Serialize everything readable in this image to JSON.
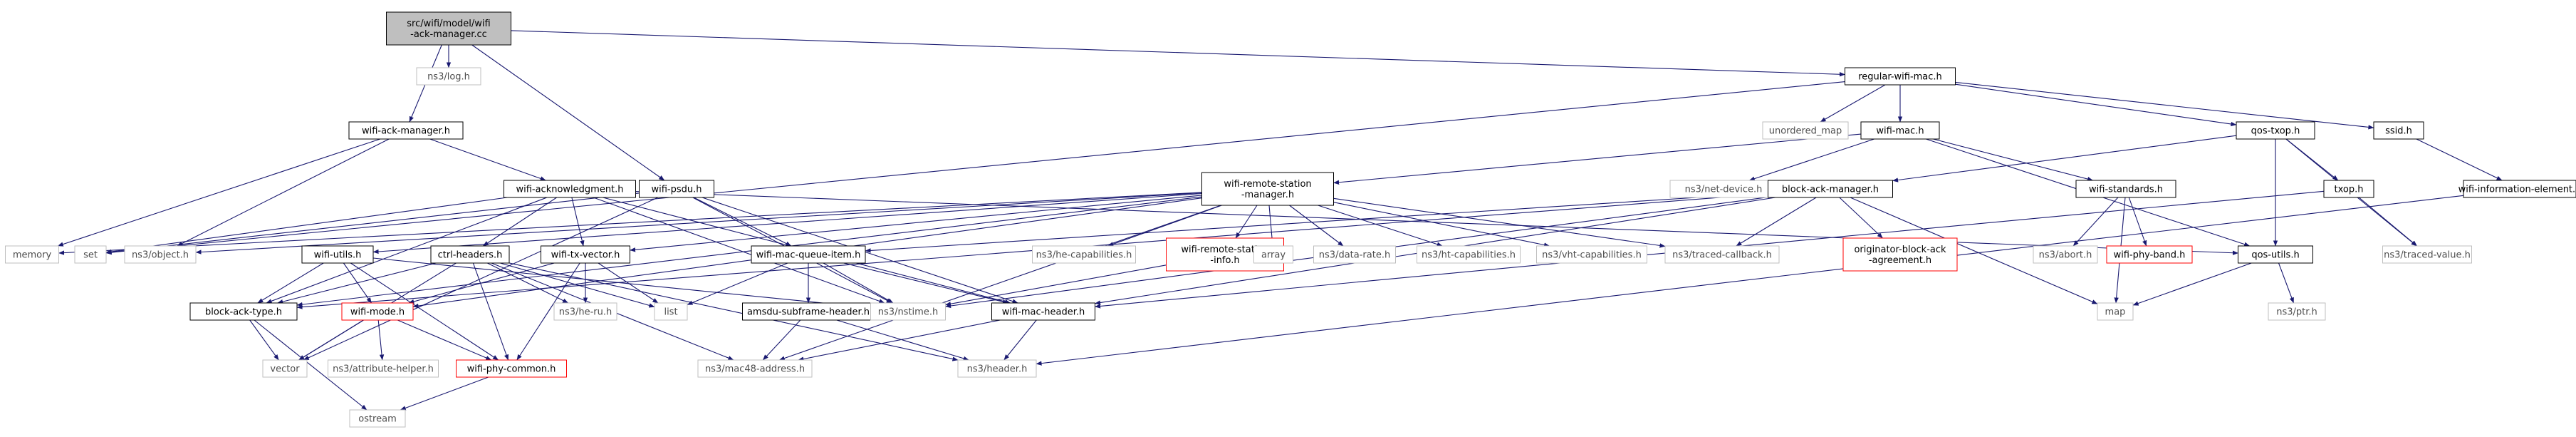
{
  "graph": {
    "nodes": [
      {
        "id": "src",
        "lines": [
          "src/wifi/model/wifi",
          "-ack-manager.cc"
        ],
        "style": "root"
      },
      {
        "id": "nslog",
        "lines": [
          "ns3/log.h"
        ],
        "style": "external"
      },
      {
        "id": "wam",
        "lines": [
          "wifi-ack-manager.h"
        ],
        "style": "normal"
      },
      {
        "id": "psdu",
        "lines": [
          "wifi-psdu.h"
        ],
        "style": "normal"
      },
      {
        "id": "rwm",
        "lines": [
          "regular-wifi-mac.h"
        ],
        "style": "normal"
      },
      {
        "id": "umap",
        "lines": [
          "unordered_map"
        ],
        "style": "external"
      },
      {
        "id": "wmac",
        "lines": [
          "wifi-mac.h"
        ],
        "style": "normal"
      },
      {
        "id": "qtxop",
        "lines": [
          "qos-txop.h"
        ],
        "style": "normal"
      },
      {
        "id": "ssid",
        "lines": [
          "ssid.h"
        ],
        "style": "normal"
      },
      {
        "id": "netdev",
        "lines": [
          "ns3/net-device.h"
        ],
        "style": "external"
      },
      {
        "id": "wack",
        "lines": [
          "wifi-acknowledgment.h"
        ],
        "style": "normal"
      },
      {
        "id": "wrsm",
        "lines": [
          "wifi-remote-station",
          "-manager.h"
        ],
        "style": "normal"
      },
      {
        "id": "bam",
        "lines": [
          "block-ack-manager.h"
        ],
        "style": "normal"
      },
      {
        "id": "wstd",
        "lines": [
          "wifi-standards.h"
        ],
        "style": "normal"
      },
      {
        "id": "txop",
        "lines": [
          "txop.h"
        ],
        "style": "normal"
      },
      {
        "id": "wie",
        "lines": [
          "wifi-information-element.h"
        ],
        "style": "normal"
      },
      {
        "id": "memory",
        "lines": [
          "memory"
        ],
        "style": "external"
      },
      {
        "id": "set",
        "lines": [
          "set"
        ],
        "style": "external"
      },
      {
        "id": "nsobj",
        "lines": [
          "ns3/object.h"
        ],
        "style": "external"
      },
      {
        "id": "wutils",
        "lines": [
          "wifi-utils.h"
        ],
        "style": "normal"
      },
      {
        "id": "ctrl",
        "lines": [
          "ctrl-headers.h"
        ],
        "style": "normal"
      },
      {
        "id": "wtxv",
        "lines": [
          "wifi-tx-vector.h"
        ],
        "style": "normal"
      },
      {
        "id": "wmqi",
        "lines": [
          "wifi-mac-queue-item.h"
        ],
        "style": "normal"
      },
      {
        "id": "hecap",
        "lines": [
          "ns3/he-capabilities.h"
        ],
        "style": "external"
      },
      {
        "id": "wrsi",
        "lines": [
          "wifi-remote-station",
          "-info.h"
        ],
        "style": "missing"
      },
      {
        "id": "array",
        "lines": [
          "array"
        ],
        "style": "external"
      },
      {
        "id": "drate",
        "lines": [
          "ns3/data-rate.h"
        ],
        "style": "external"
      },
      {
        "id": "htcap",
        "lines": [
          "ns3/ht-capabilities.h"
        ],
        "style": "external"
      },
      {
        "id": "vhtcap",
        "lines": [
          "ns3/vht-capabilities.h"
        ],
        "style": "external"
      },
      {
        "id": "tcb",
        "lines": [
          "ns3/traced-callback.h"
        ],
        "style": "external"
      },
      {
        "id": "obaa",
        "lines": [
          "originator-block-ack",
          "-agreement.h"
        ],
        "style": "missing"
      },
      {
        "id": "nsabort",
        "lines": [
          "ns3/abort.h"
        ],
        "style": "external"
      },
      {
        "id": "wpb",
        "lines": [
          "wifi-phy-band.h"
        ],
        "style": "missing"
      },
      {
        "id": "qutils",
        "lines": [
          "qos-utils.h"
        ],
        "style": "normal"
      },
      {
        "id": "tval",
        "lines": [
          "ns3/traced-value.h"
        ],
        "style": "external"
      },
      {
        "id": "bat",
        "lines": [
          "block-ack-type.h"
        ],
        "style": "normal"
      },
      {
        "id": "wmode",
        "lines": [
          "wifi-mode.h"
        ],
        "style": "missing"
      },
      {
        "id": "heru",
        "lines": [
          "ns3/he-ru.h"
        ],
        "style": "external"
      },
      {
        "id": "list",
        "lines": [
          "list"
        ],
        "style": "external"
      },
      {
        "id": "ash",
        "lines": [
          "amsdu-subframe-header.h"
        ],
        "style": "normal"
      },
      {
        "id": "nstime",
        "lines": [
          "ns3/nstime.h"
        ],
        "style": "external"
      },
      {
        "id": "wmh",
        "lines": [
          "wifi-mac-header.h"
        ],
        "style": "normal"
      },
      {
        "id": "map",
        "lines": [
          "map"
        ],
        "style": "external"
      },
      {
        "id": "ptr",
        "lines": [
          "ns3/ptr.h"
        ],
        "style": "external"
      },
      {
        "id": "vector",
        "lines": [
          "vector"
        ],
        "style": "external"
      },
      {
        "id": "athelper",
        "lines": [
          "ns3/attribute-helper.h"
        ],
        "style": "external"
      },
      {
        "id": "wpc",
        "lines": [
          "wifi-phy-common.h"
        ],
        "style": "missing"
      },
      {
        "id": "mac48",
        "lines": [
          "ns3/mac48-address.h"
        ],
        "style": "external"
      },
      {
        "id": "header",
        "lines": [
          "ns3/header.h"
        ],
        "style": "external"
      },
      {
        "id": "ostream",
        "lines": [
          "ostream"
        ],
        "style": "external"
      }
    ],
    "edges": [
      [
        "src",
        "nslog"
      ],
      [
        "src",
        "wam"
      ],
      [
        "src",
        "psdu"
      ],
      [
        "src",
        "rwm"
      ],
      [
        "wam",
        "memory"
      ],
      [
        "wam",
        "wack"
      ],
      [
        "wam",
        "nsobj"
      ],
      [
        "rwm",
        "umap"
      ],
      [
        "rwm",
        "wmac"
      ],
      [
        "rwm",
        "qtxop"
      ],
      [
        "rwm",
        "ssid"
      ],
      [
        "rwm",
        "set"
      ],
      [
        "wmac",
        "netdev"
      ],
      [
        "wmac",
        "wrsm"
      ],
      [
        "wmac",
        "wstd"
      ],
      [
        "wmac",
        "qutils"
      ],
      [
        "qtxop",
        "bam"
      ],
      [
        "qtxop",
        "txop"
      ],
      [
        "qtxop",
        "qutils"
      ],
      [
        "qtxop",
        "tval"
      ],
      [
        "ssid",
        "wie"
      ],
      [
        "psdu",
        "set"
      ],
      [
        "psdu",
        "wmqi"
      ],
      [
        "psdu",
        "nstime"
      ],
      [
        "psdu",
        "wmh"
      ],
      [
        "psdu",
        "vector"
      ],
      [
        "wack",
        "set"
      ],
      [
        "wack",
        "ctrl"
      ],
      [
        "wack",
        "wtxv"
      ],
      [
        "wack",
        "wmh"
      ],
      [
        "wack",
        "bat"
      ],
      [
        "wack",
        "nstime"
      ],
      [
        "wack",
        "qutils"
      ],
      [
        "wrsm",
        "memory"
      ],
      [
        "wrsm",
        "nsobj"
      ],
      [
        "wrsm",
        "hecap"
      ],
      [
        "wrsm",
        "wrsi"
      ],
      [
        "wrsm",
        "array"
      ],
      [
        "wrsm",
        "drate"
      ],
      [
        "wrsm",
        "htcap"
      ],
      [
        "wrsm",
        "vhtcap"
      ],
      [
        "wrsm",
        "tcb"
      ],
      [
        "wrsm",
        "mac48"
      ],
      [
        "wrsm",
        "wtxv"
      ],
      [
        "wrsm",
        "wutils"
      ],
      [
        "wrsm",
        "wmode"
      ],
      [
        "wrsm",
        "bat"
      ],
      [
        "bam",
        "obaa"
      ],
      [
        "bam",
        "map"
      ],
      [
        "bam",
        "wmh"
      ],
      [
        "bam",
        "wmqi"
      ],
      [
        "bam",
        "tcb"
      ],
      [
        "bam",
        "bat"
      ],
      [
        "bam",
        "nstime"
      ],
      [
        "wstd",
        "nsabort"
      ],
      [
        "wstd",
        "wpb"
      ],
      [
        "wstd",
        "map"
      ],
      [
        "txop",
        "tval"
      ],
      [
        "txop",
        "wmh"
      ],
      [
        "wie",
        "header"
      ],
      [
        "qutils",
        "map"
      ],
      [
        "qutils",
        "ptr"
      ],
      [
        "wutils",
        "wmode"
      ],
      [
        "wutils",
        "bat"
      ],
      [
        "wutils",
        "wpc"
      ],
      [
        "wutils",
        "nstime"
      ],
      [
        "ctrl",
        "bat"
      ],
      [
        "ctrl",
        "heru"
      ],
      [
        "ctrl",
        "list"
      ],
      [
        "ctrl",
        "vector"
      ],
      [
        "ctrl",
        "header"
      ],
      [
        "ctrl",
        "mac48"
      ],
      [
        "ctrl",
        "wpc"
      ],
      [
        "wtxv",
        "list"
      ],
      [
        "wtxv",
        "heru"
      ],
      [
        "wtxv",
        "wmode"
      ],
      [
        "wtxv",
        "wpc"
      ],
      [
        "wmqi",
        "ash"
      ],
      [
        "wmqi",
        "nstime"
      ],
      [
        "wmqi",
        "wmh"
      ],
      [
        "wmqi",
        "list"
      ],
      [
        "wrsi",
        "nstime"
      ],
      [
        "bat",
        "vector"
      ],
      [
        "bat",
        "ostream"
      ],
      [
        "wmode",
        "vector"
      ],
      [
        "wmode",
        "athelper"
      ],
      [
        "wmode",
        "wpc"
      ],
      [
        "ash",
        "mac48"
      ],
      [
        "ash",
        "header"
      ],
      [
        "wmh",
        "mac48"
      ],
      [
        "wmh",
        "header"
      ],
      [
        "wpc",
        "ostream"
      ]
    ]
  },
  "colors": {
    "edge": "#191970",
    "root_fill": "#bfbfbf",
    "normal_border": "#000000",
    "external_border": "#bfbfbf",
    "external_text": "#4d4d4d",
    "missing_border": "#ff0000"
  }
}
